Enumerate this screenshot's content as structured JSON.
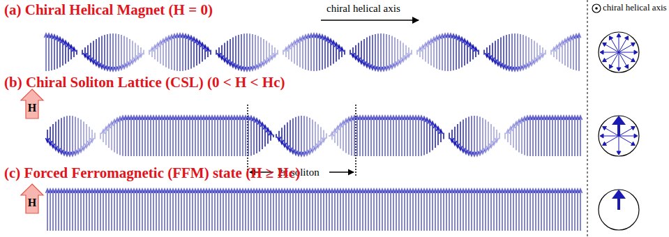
{
  "diagram": {
    "labels": [
      "(a) Chiral Helical Magnet (H = 0)",
      "chiral helical axis",
      "chiral helical axis",
      "(b) Chiral Soliton Lattice (CSL) (0 < H < Hc)",
      "H",
      "2π soliton",
      "(c) Forced Ferromagnetic (FFM) state (H ≥ Hc)",
      "H"
    ]
  }
}
